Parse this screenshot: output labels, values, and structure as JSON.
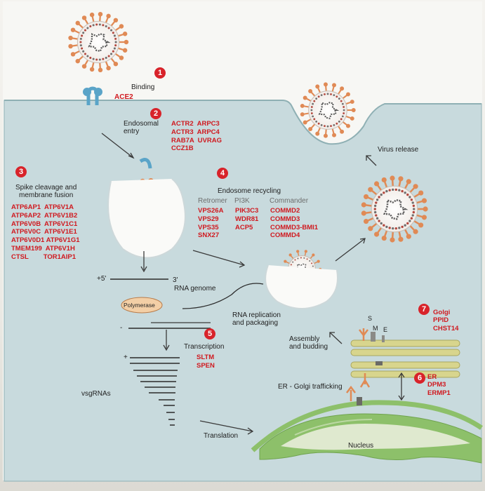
{
  "steps": {
    "s1": {
      "num": "1",
      "title": "Binding",
      "gene": "ACE2"
    },
    "s2": {
      "num": "2",
      "title": "Endosomal\nentry",
      "genes": "ACTR2  ARPC3\nACTR3  ARPC4\nRAB7A  UVRAG\nCCZ1B"
    },
    "s3": {
      "num": "3",
      "title": "Spike cleavage and\nmembrane fusion",
      "genes": "ATP6AP1  ATP6V1A\nATP6AP2  ATP6V1B2\nATP6V0B  ATP6V1C1\nATP6V0C  ATP6V1E1\nATP6V0D1 ATP6V1G1\nTMEM199  ATP6V1H\nCTSL        TOR1AIP1"
    },
    "s4": {
      "num": "4",
      "title": "Endosome recycling",
      "complex1": "Retromer",
      "complex2": "PI3K",
      "complex3": "Commander",
      "col1": "VPS26A\nVPS29\nVPS35\nSNX27",
      "col2": "PIK3C3\nWDR81\nACP5",
      "col3": "COMMD2\nCOMMD3\nCOMMD3-BMI1\nCOMMD4"
    },
    "s5": {
      "num": "5",
      "title": "Transcription",
      "genes": "SLTM\nSPEN"
    },
    "s6": {
      "num": "6",
      "title": "ER",
      "genes": "DPM3\nERMP1"
    },
    "s7": {
      "num": "7",
      "title": "Golgi",
      "genes": "PPID\nCHST14"
    }
  },
  "labels": {
    "virus_release": "Virus release",
    "rna_genome": "RNA genome",
    "three_prime": "3'",
    "five_prime": "+5'",
    "polymerase": "Polymerase",
    "rna_replication": "RNA replication\nand packaging",
    "assembly": "Assembly\nand budding",
    "er_golgi": "ER - Golgi trafficking",
    "vsgrnas": "vsgRNAs",
    "translation": "Translation",
    "nucleus": "Nucleus",
    "protein_s": "S",
    "protein_m": "M",
    "protein_e": "E",
    "plus": "+",
    "minus": "-"
  },
  "colors": {
    "red": "#d0191f",
    "membrane": "#c2d6da",
    "spike": "#e08a55",
    "virion_core": "#fbf9f6",
    "er": "#8fc26b",
    "golgi": "#cfcf86"
  }
}
